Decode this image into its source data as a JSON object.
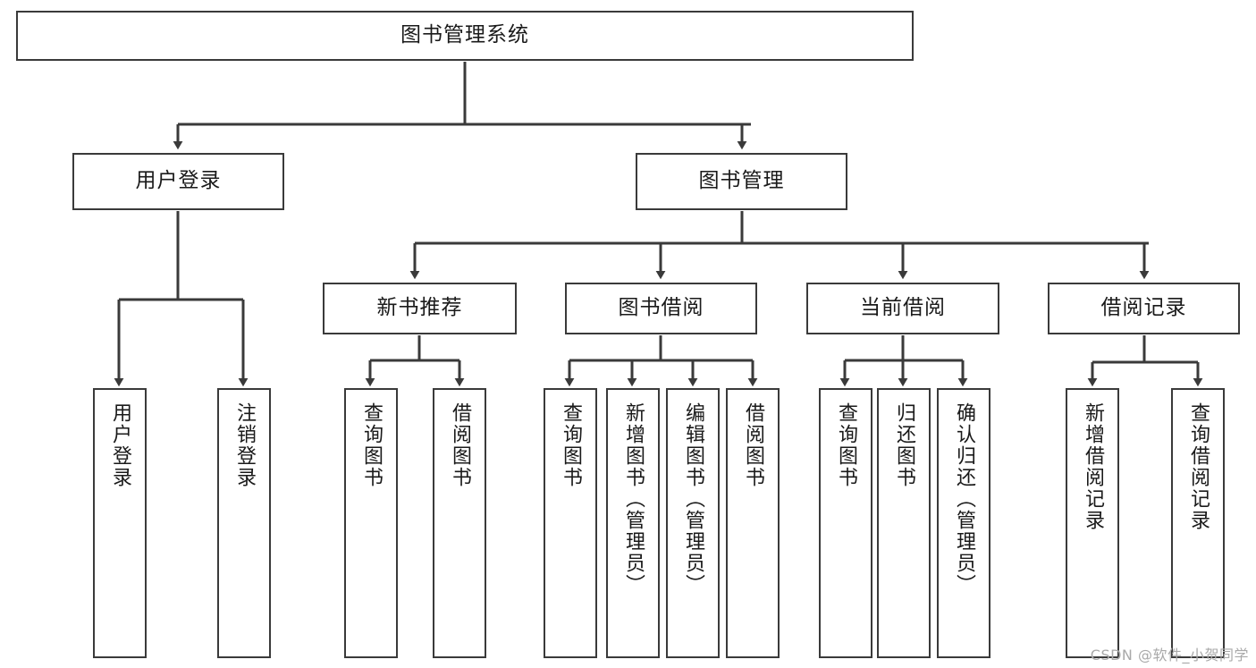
{
  "diagram": {
    "type": "tree",
    "title": "图书管理系统",
    "watermark": "CSDN @软件_小贺同学",
    "colors": {
      "box_border": "#3a3a3a",
      "box_fill": "#ffffff",
      "connector": "#3a3a3a",
      "text": "#1a1a1a",
      "watermark": "#a9a9a9"
    },
    "nodes": {
      "root": {
        "label": "图书管理系统",
        "level": 1
      },
      "l2": [
        {
          "id": "user_login",
          "label": "用户登录",
          "level": 2
        },
        {
          "id": "book_manage",
          "label": "图书管理",
          "level": 2
        }
      ],
      "l3": [
        {
          "id": "new_book_rec",
          "label": "新书推荐",
          "level": 3,
          "parent": "book_manage"
        },
        {
          "id": "book_borrow",
          "label": "图书借阅",
          "level": 3,
          "parent": "book_manage"
        },
        {
          "id": "current_borrow",
          "label": "当前借阅",
          "level": 3,
          "parent": "book_manage"
        },
        {
          "id": "borrow_record",
          "label": "借阅记录",
          "level": 3,
          "parent": "book_manage"
        }
      ],
      "leaves": [
        {
          "id": "leaf_user_login",
          "label": "用户登录",
          "parent": "user_login"
        },
        {
          "id": "leaf_logout",
          "label": "注销登录",
          "parent": "user_login"
        },
        {
          "id": "leaf_query_book_1",
          "label": "查询图书",
          "parent": "new_book_rec"
        },
        {
          "id": "leaf_borrow_book_1",
          "label": "借阅图书",
          "parent": "new_book_rec"
        },
        {
          "id": "leaf_query_book_2",
          "label": "查询图书",
          "parent": "book_borrow"
        },
        {
          "id": "leaf_add_book",
          "label": "新增图书（管理员）",
          "parent": "book_borrow"
        },
        {
          "id": "leaf_edit_book",
          "label": "编辑图书（管理员）",
          "parent": "book_borrow"
        },
        {
          "id": "leaf_borrow_book_2",
          "label": "借阅图书",
          "parent": "book_borrow"
        },
        {
          "id": "leaf_query_book_3",
          "label": "查询图书",
          "parent": "current_borrow"
        },
        {
          "id": "leaf_return_book",
          "label": "归还图书",
          "parent": "current_borrow"
        },
        {
          "id": "leaf_confirm_return",
          "label": "确认归还（管理员）",
          "parent": "current_borrow"
        },
        {
          "id": "leaf_add_record",
          "label": "新增借阅记录",
          "parent": "borrow_record"
        },
        {
          "id": "leaf_query_record",
          "label": "查询借阅记录",
          "parent": "borrow_record"
        }
      ]
    }
  }
}
